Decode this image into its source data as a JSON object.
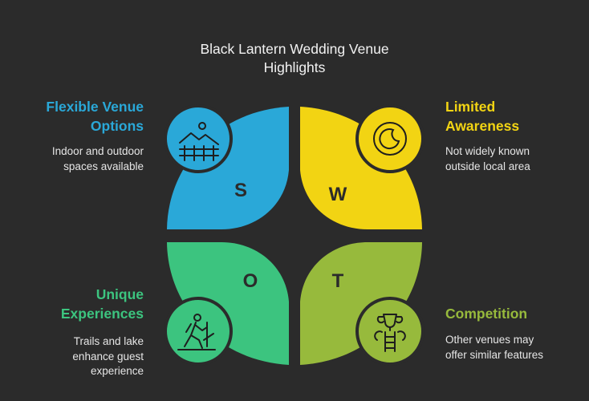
{
  "title": "Black Lantern Wedding Venue Highlights",
  "colors": {
    "background": "#2b2b2b",
    "strengths": "#2aa8d8",
    "weaknesses": "#f2d413",
    "opportunities": "#3cc47f",
    "threats": "#97ba3c"
  },
  "quadrants": {
    "strengths": {
      "letter": "S",
      "label_lines": [
        "Flexible Venue",
        "Options"
      ],
      "desc_lines": [
        "Indoor and outdoor",
        "spaces available"
      ],
      "icon": "landscape-fence-icon"
    },
    "weaknesses": {
      "letter": "W",
      "label_lines": [
        "Limited",
        "Awareness"
      ],
      "desc_lines": [
        "Not widely known",
        "outside local area"
      ],
      "icon": "crescent-moon-icon"
    },
    "opportunities": {
      "letter": "O",
      "label_lines": [
        "Unique",
        "Experiences"
      ],
      "desc_lines": [
        "Trails and lake",
        "enhance guest",
        "experience"
      ],
      "icon": "hiker-icon"
    },
    "threats": {
      "letter": "T",
      "label_lines": [
        "Competition"
      ],
      "desc_lines": [
        "Other venues may",
        "offer similar features"
      ],
      "icon": "trophy-ladder-icon"
    }
  }
}
